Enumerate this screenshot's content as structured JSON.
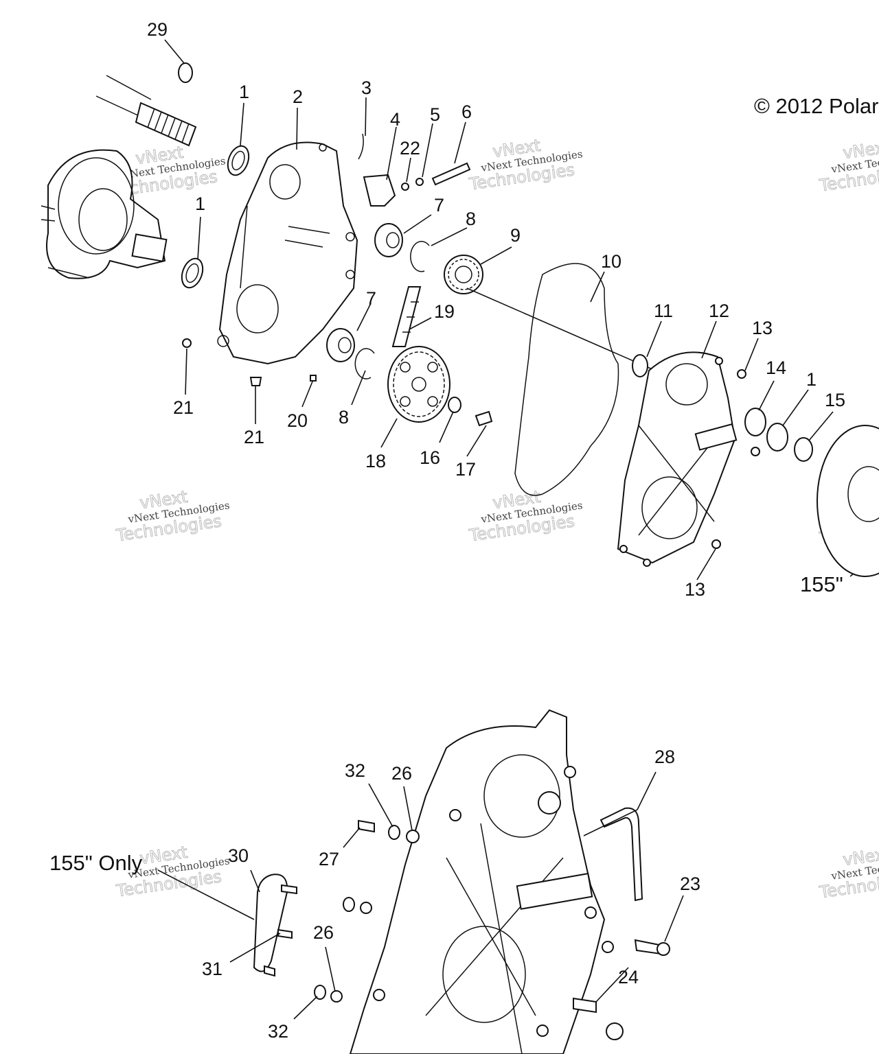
{
  "copyright": "© 2012 Polar",
  "notes": {
    "size_155": "155\"",
    "size_155_only": "155\" Only"
  },
  "watermark": {
    "top_text": "vNext",
    "line1": "vNext Technologies",
    "line2": "Technologies"
  },
  "part_labels": [
    "29",
    "1",
    "2",
    "3",
    "4",
    "22",
    "5",
    "6",
    "1",
    "7",
    "8",
    "9",
    "7",
    "19",
    "10",
    "11",
    "12",
    "13",
    "14",
    "1",
    "15",
    "21",
    "21",
    "20",
    "8",
    "18",
    "16",
    "17",
    "13",
    "32",
    "26",
    "28",
    "27",
    "30",
    "23",
    "26",
    "31",
    "24",
    "32"
  ]
}
